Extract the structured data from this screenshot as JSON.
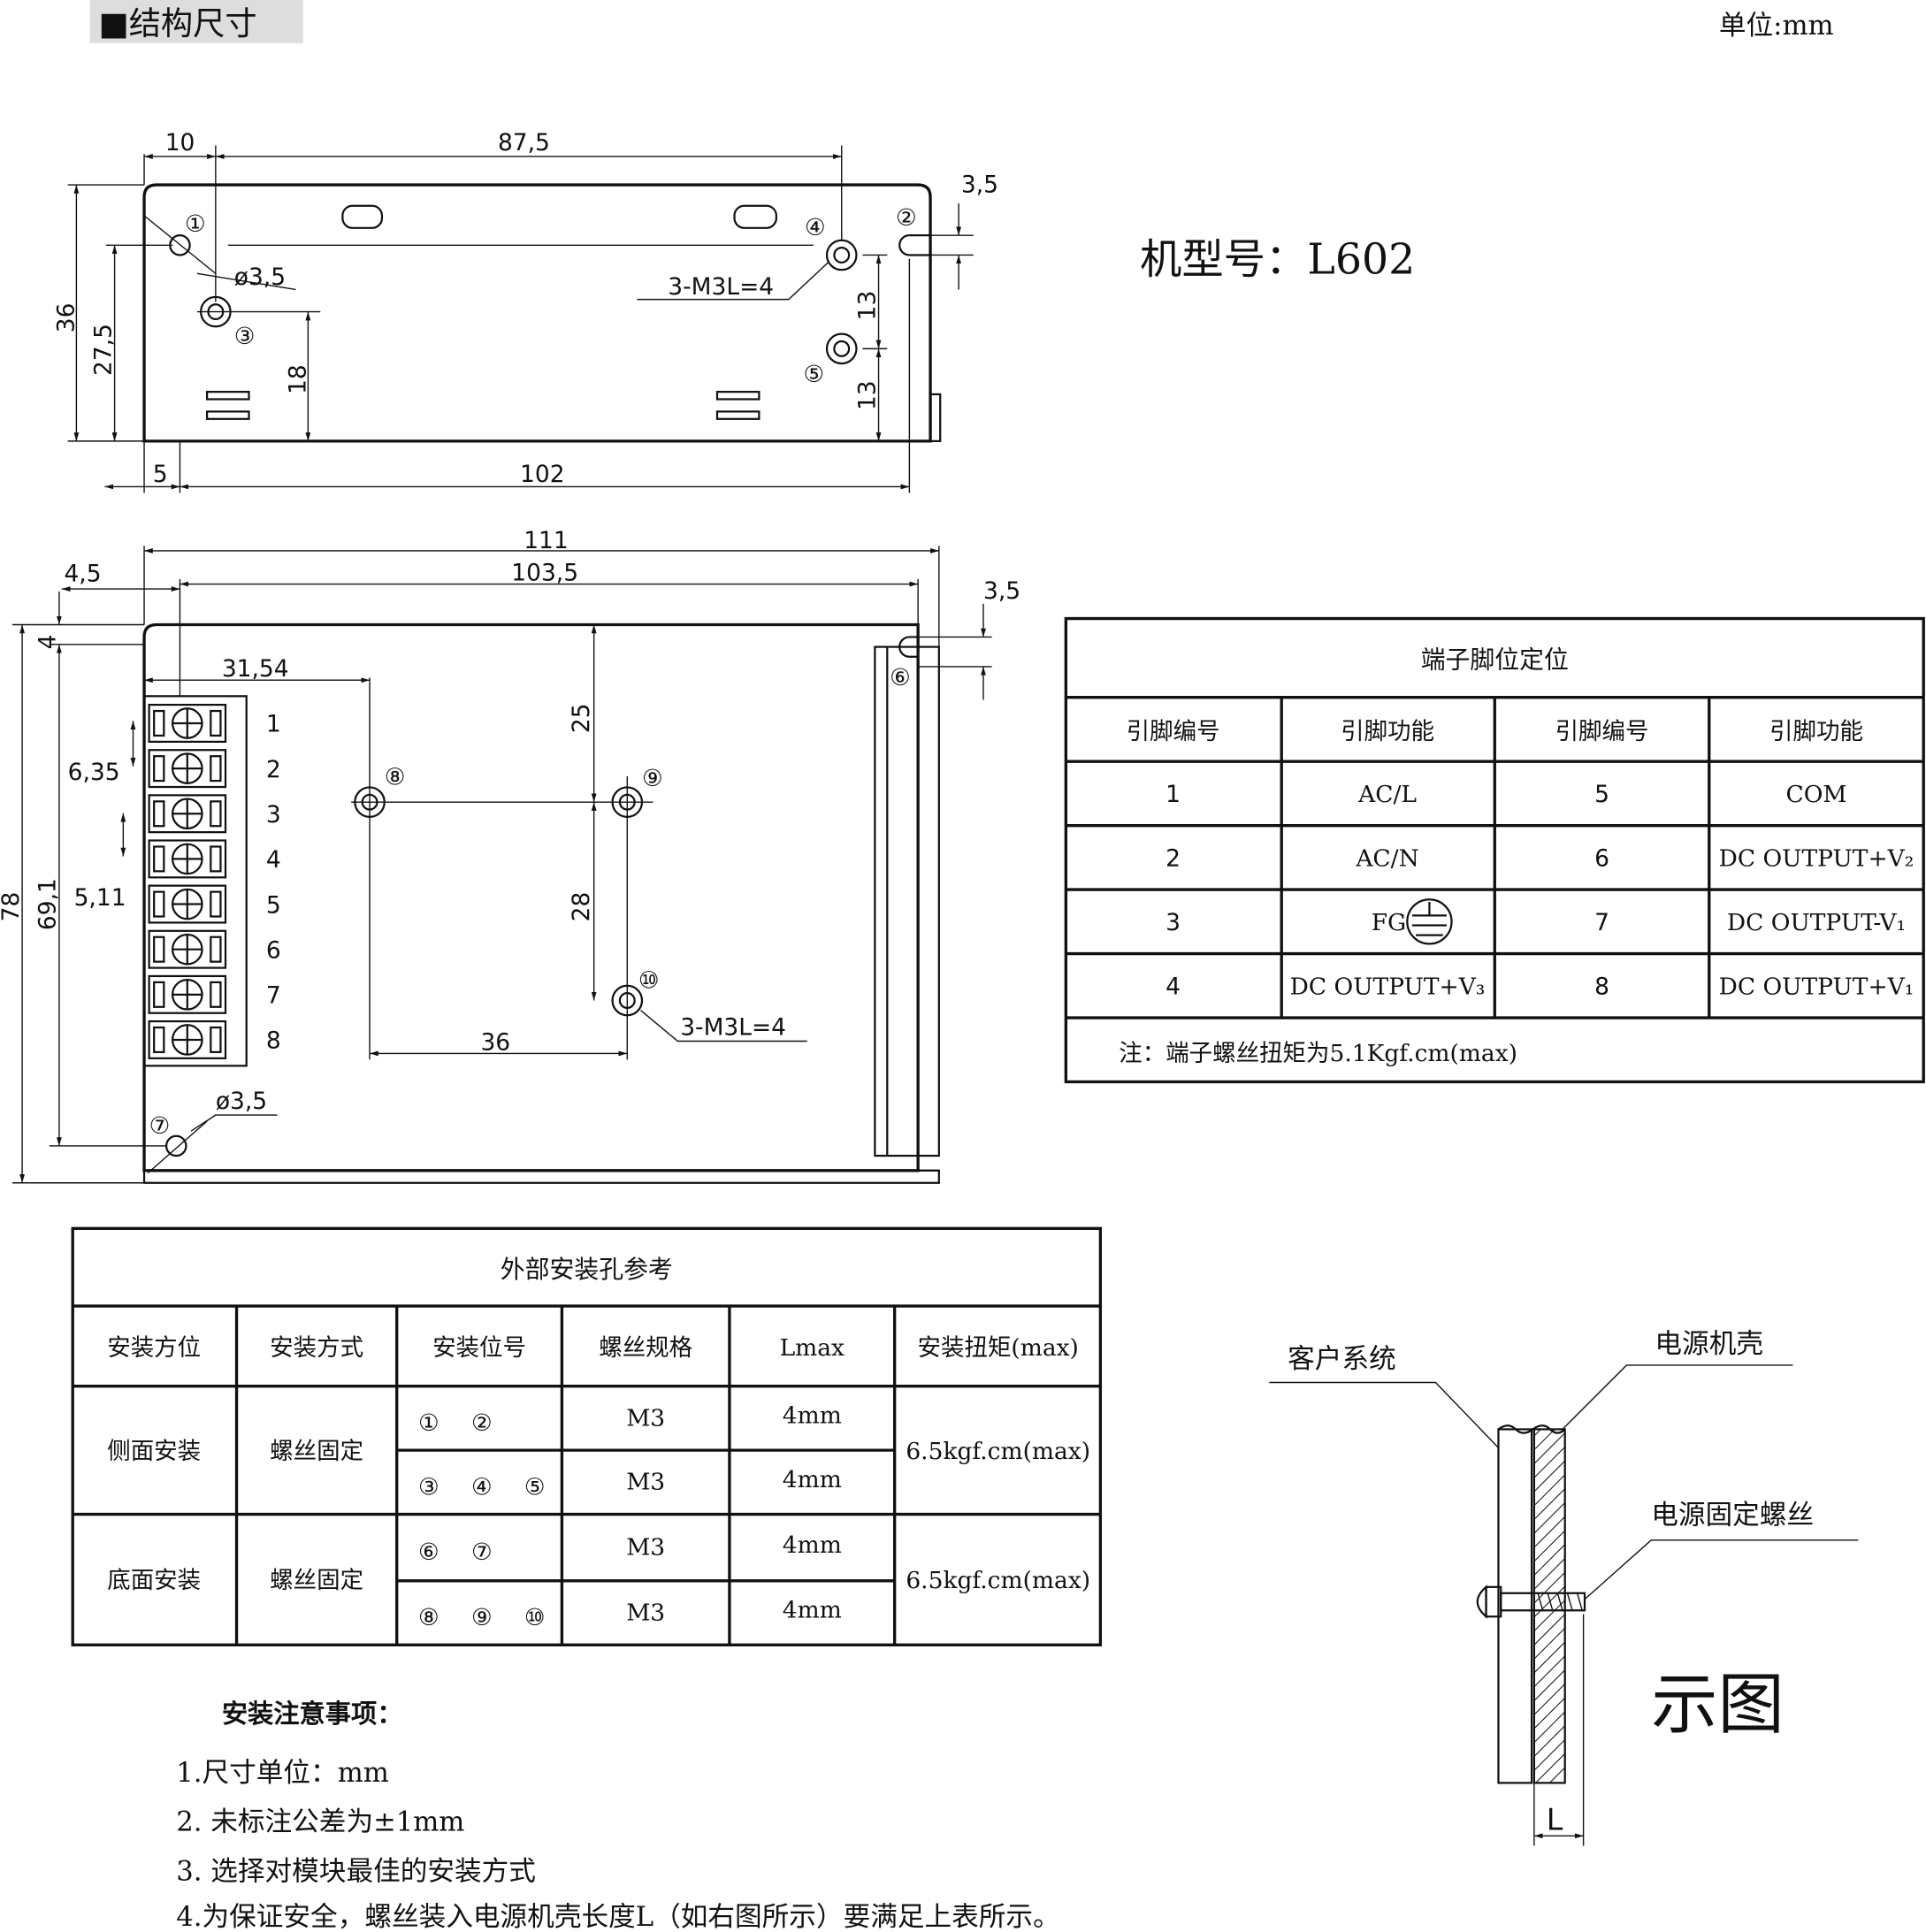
{
  "header": {
    "title": "■结构尺寸",
    "unit": "单位:mm"
  },
  "model": "机型号：L602",
  "top_view": {
    "dims": [
      "10",
      "87,5",
      "3,5",
      "36",
      "27,5",
      "ø3,5",
      "3-M3L=4",
      "13",
      "13",
      "18",
      "5",
      "102"
    ],
    "holes": [
      "①",
      "②",
      "③",
      "④",
      "⑤"
    ]
  },
  "bottom_view": {
    "dims": [
      "111",
      "103,5",
      "4,5",
      "3,5",
      "4",
      "31,54",
      "25",
      "6,35",
      "5,11",
      "78",
      "69,1",
      "28",
      "36",
      "3-M3L=4",
      "ø3,5"
    ],
    "terminals": [
      "1",
      "2",
      "3",
      "4",
      "5",
      "6",
      "7",
      "8"
    ],
    "holes": [
      "⑥",
      "⑦",
      "⑧",
      "⑨",
      "⑩"
    ]
  },
  "pin_table": {
    "title": "端子脚位定位",
    "headers": [
      "引脚编号",
      "引脚功能",
      "引脚编号",
      "引脚功能"
    ],
    "rows": [
      [
        "1",
        "AC/L",
        "5",
        "COM"
      ],
      [
        "2",
        "AC/N",
        "6",
        "DC OUTPUT+V₂"
      ],
      [
        "3",
        "FG",
        "7",
        "DC OUTPUT-V₁"
      ],
      [
        "4",
        "DC OUTPUT+V₃",
        "8",
        "DC OUTPUT+V₁"
      ]
    ],
    "ground_icon": "earth-ground-icon",
    "note": "注：端子螺丝扭矩为5.1Kgf.cm(max)"
  },
  "install_table": {
    "title": "外部安装孔参考",
    "headers": [
      "安装方位",
      "安装方式",
      "安装位号",
      "螺丝规格",
      "Lmax",
      "安装扭矩(max)"
    ],
    "groups": [
      {
        "position": "侧面安装",
        "method": "螺丝固定",
        "torque": "6.5kgf.cm(max)",
        "rows": [
          {
            "holes": [
              "①",
              "②"
            ],
            "screw": "M3",
            "lmax": "4mm"
          },
          {
            "holes": [
              "③",
              "④",
              "⑤"
            ],
            "screw": "M3",
            "lmax": "4mm"
          }
        ]
      },
      {
        "position": "底面安装",
        "method": "螺丝固定",
        "torque": "6.5kgf.cm(max)",
        "rows": [
          {
            "holes": [
              "⑥",
              "⑦"
            ],
            "screw": "M3",
            "lmax": "4mm"
          },
          {
            "holes": [
              "⑧",
              "⑨",
              "⑩"
            ],
            "screw": "M3",
            "lmax": "4mm"
          }
        ]
      }
    ]
  },
  "notes": {
    "title": "安装注意事项：",
    "items": [
      "1.尺寸单位：mm",
      "2. 未标注公差为±1mm",
      "3. 选择对模块最佳的安装方式",
      "4.为保证安全，螺丝装入电源机壳长度L（如右图所示）要满足上表所示。"
    ]
  },
  "illustration": {
    "customer_system": "客户系统",
    "psu_case": "电源机壳",
    "psu_screw": "电源固定螺丝",
    "dim_label": "L",
    "caption": "示图"
  }
}
